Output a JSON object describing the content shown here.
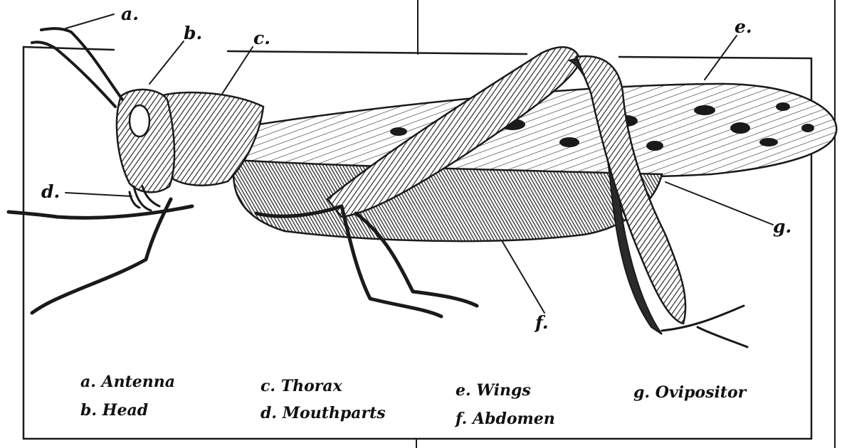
{
  "diagram": {
    "callouts": [
      {
        "id": "a",
        "letter": "a."
      },
      {
        "id": "b",
        "letter": "b."
      },
      {
        "id": "c",
        "letter": "c."
      },
      {
        "id": "d",
        "letter": "d."
      },
      {
        "id": "e",
        "letter": "e."
      },
      {
        "id": "f",
        "letter": "f."
      },
      {
        "id": "g",
        "letter": "g."
      }
    ],
    "legend": [
      {
        "id": "a",
        "text": "a. Antenna"
      },
      {
        "id": "b",
        "text": "b. Head"
      },
      {
        "id": "c",
        "text": "c. Thorax"
      },
      {
        "id": "d",
        "text": "d. Mouthparts"
      },
      {
        "id": "e",
        "text": "e. Wings"
      },
      {
        "id": "f",
        "text": "f. Abdomen"
      },
      {
        "id": "g",
        "text": "g. Ovipositor"
      }
    ]
  },
  "colors": {
    "ink": "#1a1a1a",
    "background": "#ffffff",
    "shade": "#3a3a3a"
  }
}
